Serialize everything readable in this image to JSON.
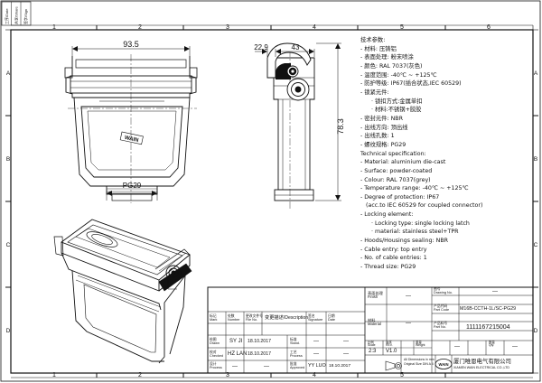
{
  "sheet": {
    "col_numbers": [
      "1",
      "2",
      "3",
      "4",
      "5",
      "6"
    ],
    "row_letters": [
      "A",
      "B",
      "C",
      "D"
    ],
    "left_strip_labels": [
      "工序/Date",
      "共享/Share",
      "签字/Sign"
    ]
  },
  "dimensions": {
    "width_front": "93.5",
    "offset_side": "22.9",
    "width_side": "43",
    "height_side": "78.3",
    "thread_label": "PG29"
  },
  "housing_label": "WAIN",
  "spec": {
    "cn_title": "技术参数:",
    "cn_items": [
      "- 材料: 压铸铝",
      "- 表面处理: 粉末喷涂",
      "- 颜色: RAL 7037(灰色)",
      "- 温度范围: -40℃ ~ +125℃",
      "- 防护等级: IP67(插合状态,IEC 60529)",
      "- 锁紧元件:",
      "· 锁扣方式:金属单扣",
      "· 材料:不锈钢+胶胶",
      "- 密封元件: NBR",
      "- 出线方向: 顶出线",
      "- 出线孔数: 1",
      "- 螺纹规格: PG29"
    ],
    "en_title": "Technical specification:",
    "en_items": [
      "- Material: aluminium die-cast",
      "- Surface: powder-coated",
      "- Colour: RAL 7037(grey)",
      "- Temperature range: -40℃ ~ +125℃",
      "- Degree of protection: IP67",
      "(acc.to IEC 60529 for coupled connector)",
      "- Locking element:",
      "· Locking type: single locking latch",
      "· material: stainless steel+TPR",
      "- Hoods/Housings sealing: NBR",
      "- Cable entry: top entry",
      "- No. of cable entries: 1",
      "- Thread size: PG29"
    ]
  },
  "title_block": {
    "finish_label": "表面处理\nFinish",
    "finish_value": "—",
    "drawing_no_label": "图号\nDrawing No.",
    "drawing_no_value": "—",
    "part_code_label": "产品代码\nPart Code",
    "part_code_value": "M16B-CCTH-1L/SC-PG29",
    "material_label": "材料\nMaterial",
    "material_value": "—",
    "part_no_label": "产品料号\nPart No.",
    "part_no_value": "1111167215004",
    "scale_label": "比例\nScale",
    "scale_value": "2:3",
    "rev_label": "版本\nREV.",
    "rev_value": "V1.0",
    "weight_label": "重量\nWeight",
    "weight_value": "—",
    "qty_label": "数量\nQty.",
    "qty_value": "—",
    "dims_note": "All Dimensions in mm\nOriginal Size DIN A 4",
    "company_cn": "厦门唯恩电气有限公司",
    "company_en": "XIAMEN WAIN ELECTRICAL CO.,LTD",
    "logo_text": "WAIN",
    "headers": [
      "标记\nMark",
      "处数\nNumber",
      "更改文件号\nFile No.",
      "变更描述/Description",
      "签名\nSignature",
      "日期\nDate"
    ],
    "rows": [
      {
        "role": "绘图\nDrawn",
        "name": "SY JI",
        "date": "18.10.2017",
        "std_label": "标准\nStand.",
        "std_name": "—",
        "std_date": "—"
      },
      {
        "role": "校对\nChecked",
        "name": "HZ LAN",
        "date": "18.10.2017",
        "std_label": "工艺\nProcess",
        "std_name": "—",
        "std_date": "—"
      },
      {
        "role": "设计\nProcess",
        "name": "—",
        "date": "—",
        "std_label": "批准\nApproved",
        "std_name": "YY LUO",
        "std_date": "18.10.2017"
      }
    ]
  }
}
